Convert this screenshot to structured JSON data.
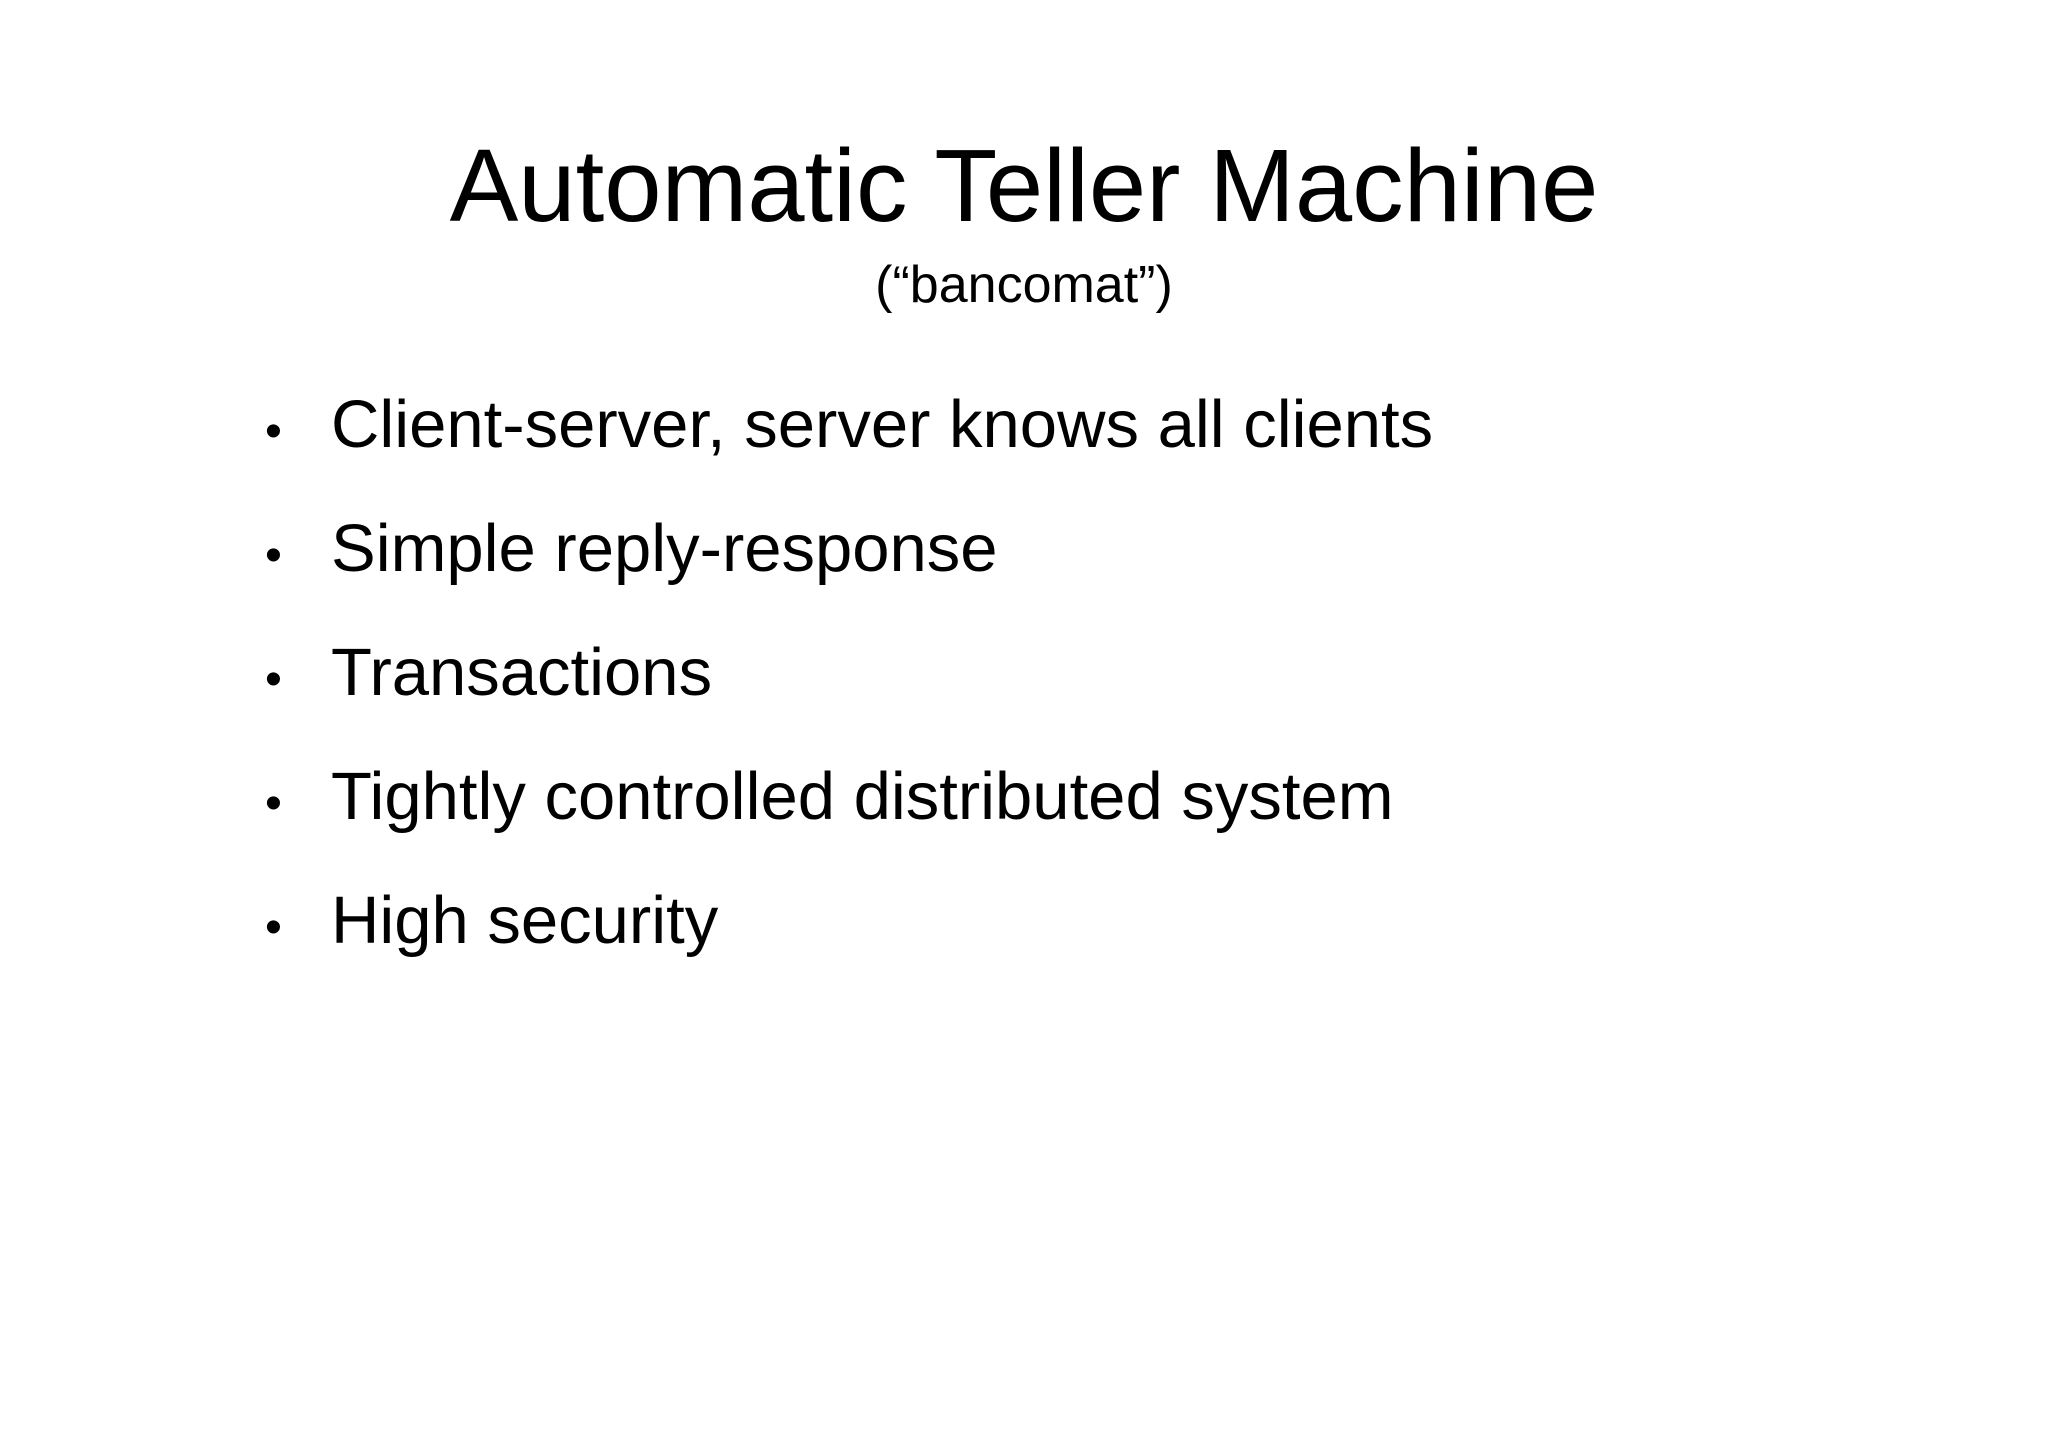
{
  "slide": {
    "title": "Automatic Teller Machine",
    "subtitle": "(“bancomat”)",
    "bullet_glyph": "•",
    "bullets": [
      "Client-server, server knows all clients",
      "Simple reply-response",
      "Transactions",
      "Tightly controlled distributed system",
      "High security"
    ],
    "colors": {
      "background": "#ffffff",
      "text": "#000000"
    }
  }
}
